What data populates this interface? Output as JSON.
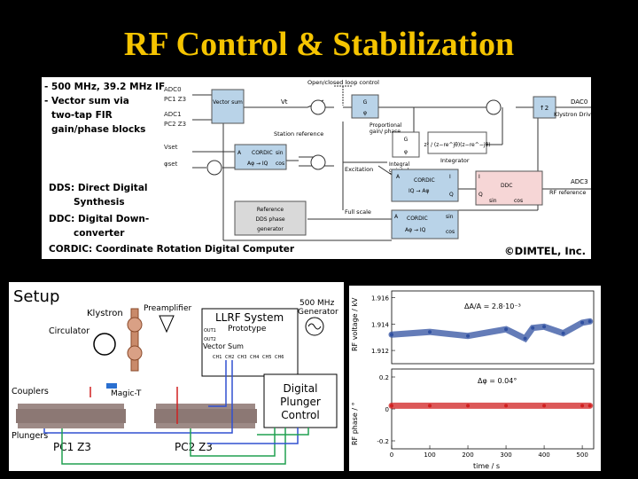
{
  "slide": {
    "title": "RF Control & Stabilization"
  },
  "block_diagram": {
    "notes": {
      "line1": "- 500 MHz, 39.2 MHz IF",
      "line2": "- Vector sum via",
      "line3": "two-tap FIR",
      "line4": "gain/phase blocks",
      "dds_abbr": "DDS",
      "dds_text": ": Direct Digital",
      "dds_text2": "Synthesis",
      "ddc_abbr": "DDC",
      "ddc_text": ": Digital Down-",
      "ddc_text2": "converter",
      "cordic_text": "CORDIC: Coordinate Rotation Digital Computer"
    },
    "inputs": {
      "adc0": "ADC0",
      "pc1z3": "PC1 Z3",
      "adc1": "ADC1",
      "pc2z3": "PC2 Z3",
      "vset": "Vset",
      "phiset": "φset"
    },
    "blocks": {
      "vector_sum": "Vector sum",
      "vt": "Vt",
      "open_closed": "Open/closed loop control",
      "g": "G",
      "phi": "φ",
      "prop1": "Proportional",
      "prop2": "gain/ phase",
      "station_ref": "Station reference",
      "integ_g": "G",
      "integrator": "Integrator",
      "integ_lbl1": "Integral",
      "integ_lbl2": "gain/ phase",
      "excitation": "Excitation",
      "full_scale": "Full scale",
      "per": "↑2",
      "dac0": "DAC0",
      "klystron_drive": "Klystron Drive",
      "adc3": "ADC3",
      "rf_ref": "RF reference",
      "cordic1": "CORDIC",
      "cordic1_fn": "Aφ → IQ",
      "sin": "sin",
      "cos": "cos",
      "a": "A",
      "cordic2": "CORDIC",
      "cordic2_fn": "IQ → Aφ",
      "i": "I",
      "q": "Q",
      "ddc": "DDC",
      "ddc_sin": "sin",
      "ddc_cos": "cos",
      "ref_dds1": "Reference",
      "ref_dds2": "DDS phase",
      "ref_dds3": "generator",
      "cordic3": "CORDIC",
      "cordic3_fn": "Aφ → IQ",
      "copyright": "©DIMTEL, Inc."
    }
  },
  "setup": {
    "title": "Setup",
    "klystron": "Klystron",
    "preamplifier": "Preamplifier",
    "circulator": "Circulator",
    "llrf": "LLRF System",
    "prototype": "Prototype",
    "gen1": "500 MHz",
    "gen2": "Generator",
    "vector_sum": "Vector Sum",
    "couplers": "Couplers",
    "magic_t": "Magic-T",
    "dpc1": "Digital",
    "dpc2": "Plunger",
    "dpc3": "Control",
    "plungers": "Plungers",
    "pc1": "PC1 Z3",
    "pc2": "PC2 Z3",
    "out1": "OUT1",
    "out2": "OUT2",
    "ch": [
      "CH1",
      "CH2",
      "CH3",
      "CH4",
      "CH5",
      "CH6"
    ]
  },
  "plot": {
    "ylabel_top": "RF voltage / kV",
    "ylabel_bottom": "RF phase / °",
    "xlabel": "time / s",
    "annot_top": "ΔA/A = 2.8·10⁻³",
    "annot_bottom": "Δφ = 0.04°",
    "colors": {
      "voltage": "#3050a0",
      "phase": "#d02020"
    }
  },
  "chart_data": [
    {
      "type": "scatter",
      "ylabel": "RF voltage / kV",
      "yticks": [
        "1.916",
        "1.914",
        "1.912"
      ],
      "ylim": [
        1.911,
        1.9165
      ],
      "xlim": [
        0,
        530
      ],
      "series": [
        {
          "x": [
            0,
            100,
            200,
            300,
            350,
            370,
            400,
            450,
            500,
            520
          ],
          "values": [
            1.9132,
            1.9134,
            1.9131,
            1.9136,
            1.9129,
            1.9137,
            1.9138,
            1.9133,
            1.9141,
            1.9142
          ]
        }
      ]
    },
    {
      "type": "scatter",
      "xlabel": "time / s",
      "ylabel": "RF phase / °",
      "xticks": [
        "0",
        "100",
        "200",
        "300",
        "400",
        "500"
      ],
      "yticks": [
        "0.2",
        "0",
        "-0.2"
      ],
      "ylim": [
        -0.25,
        0.25
      ],
      "xlim": [
        0,
        530
      ],
      "series": [
        {
          "x": [
            0,
            100,
            200,
            300,
            400,
            500,
            520
          ],
          "values": [
            0.02,
            0.02,
            0.02,
            0.02,
            0.02,
            0.02,
            0.02
          ]
        }
      ]
    }
  ]
}
